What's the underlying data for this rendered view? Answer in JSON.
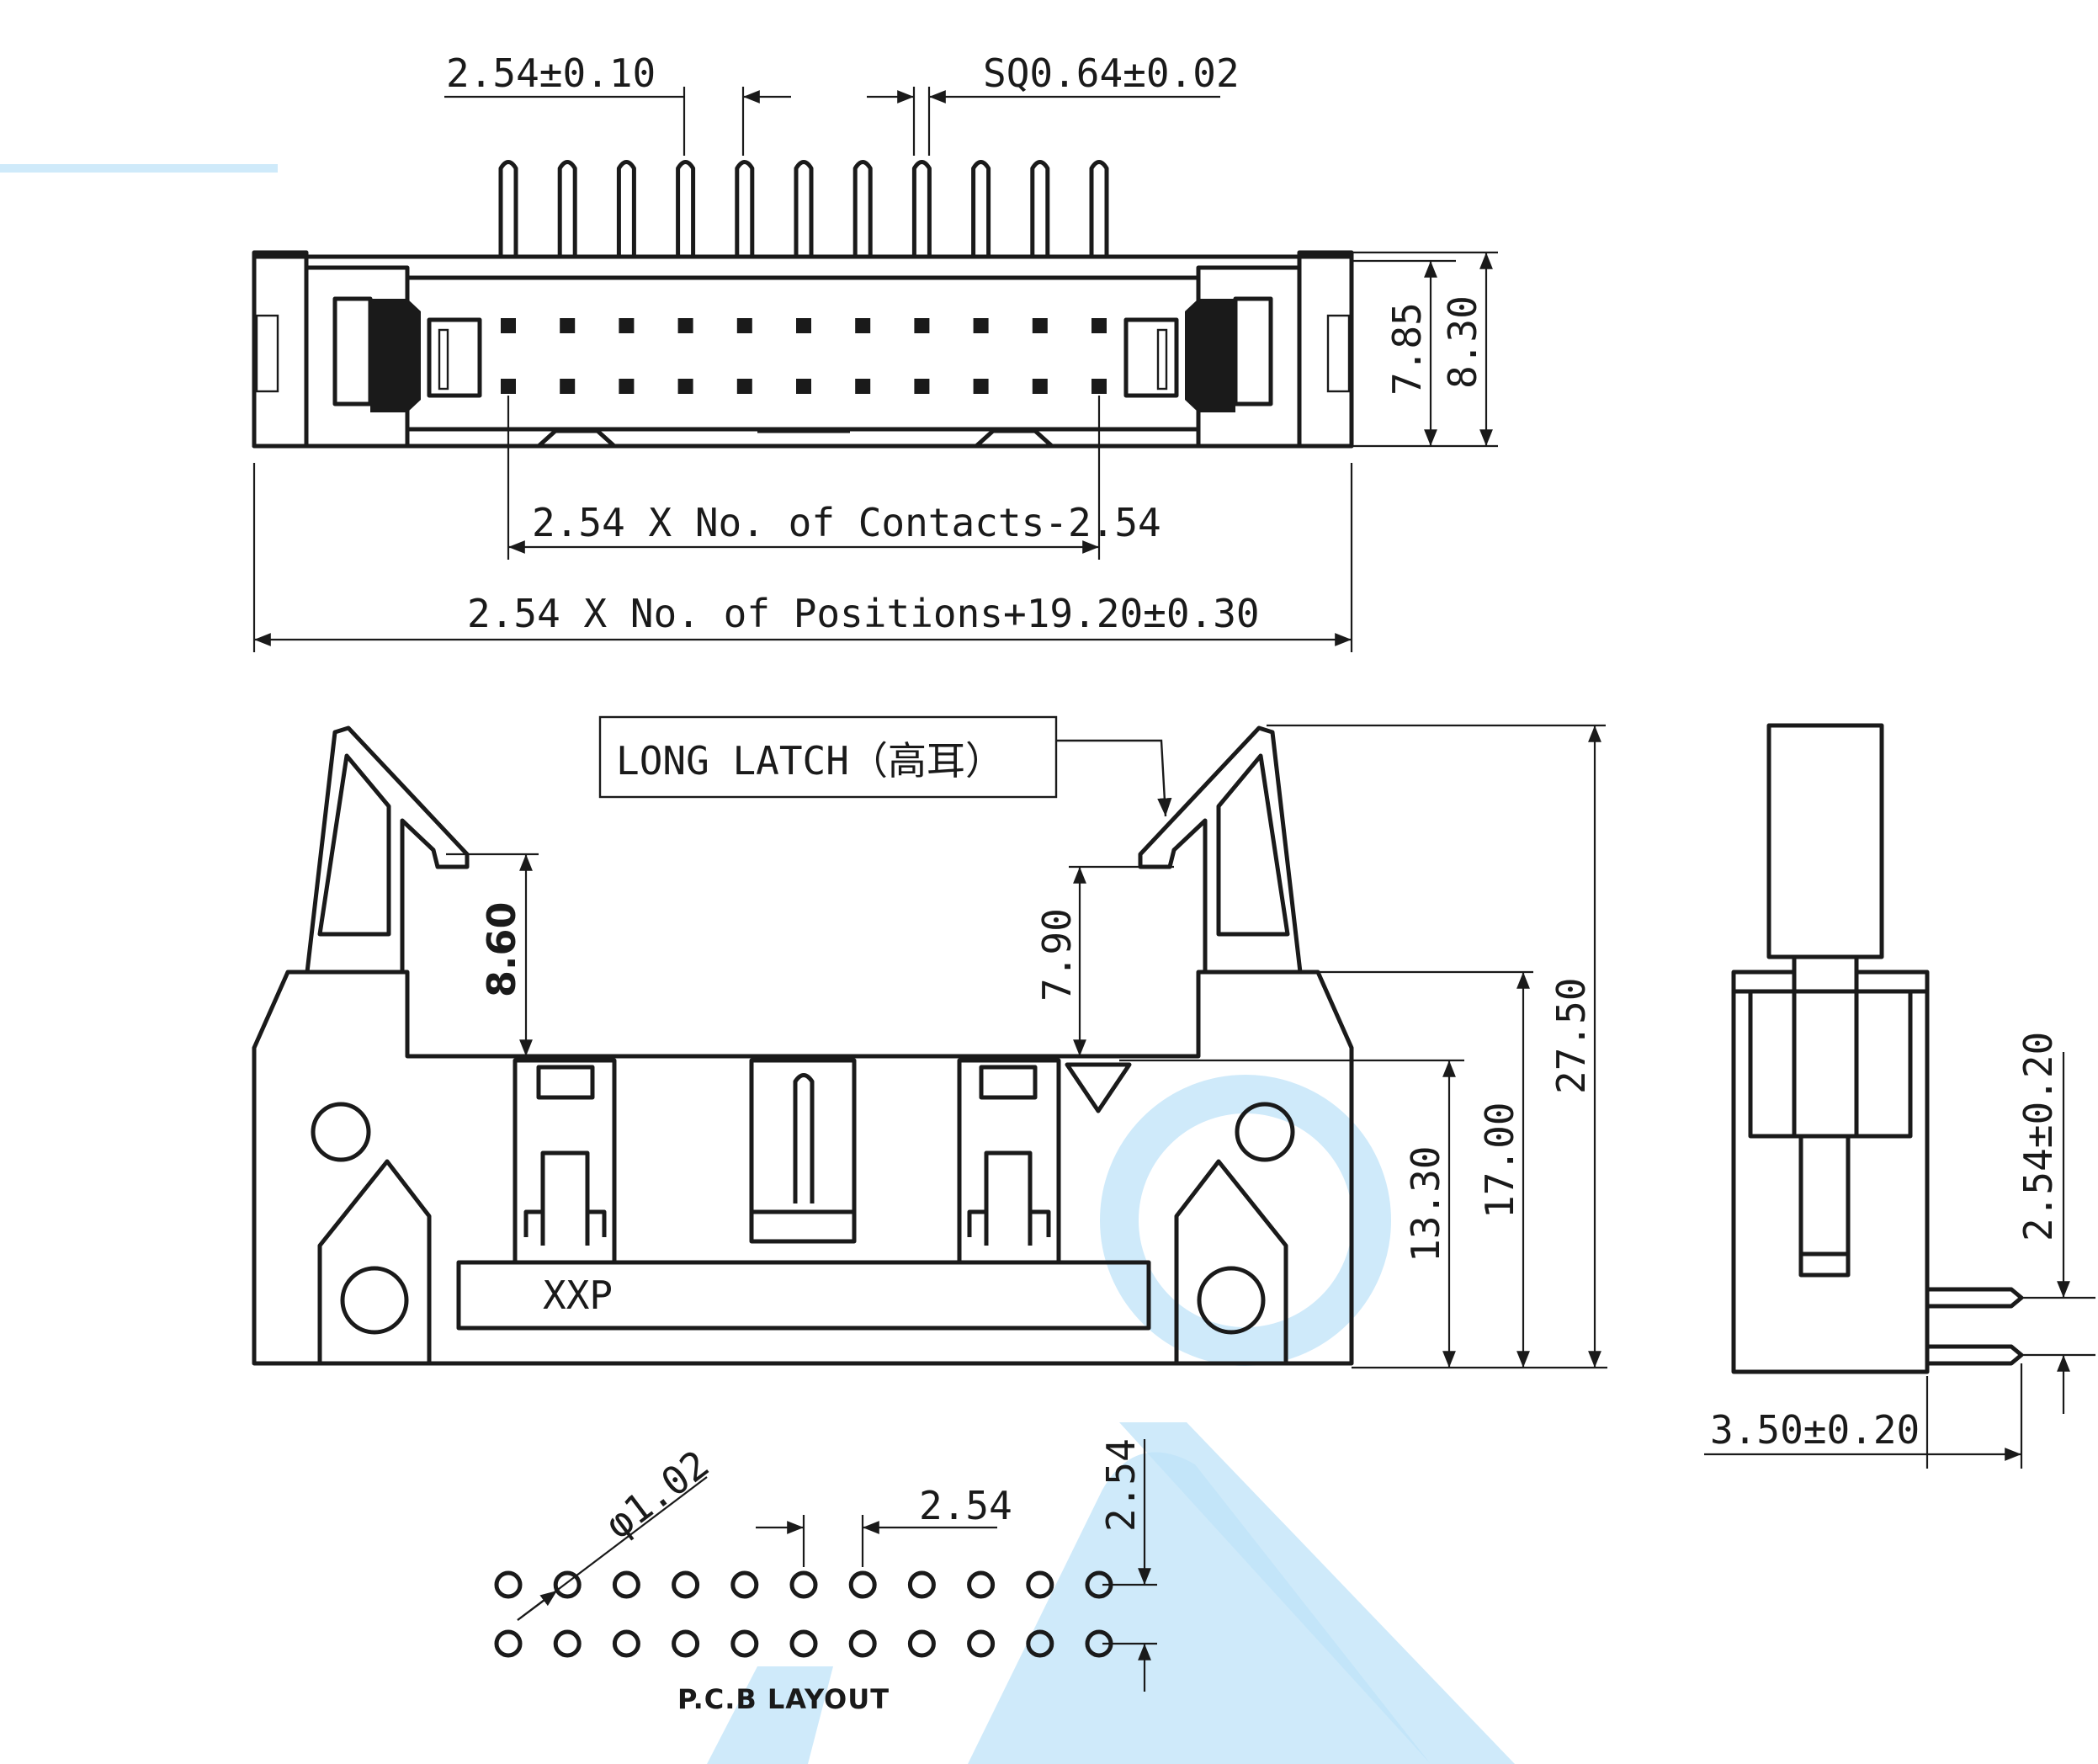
{
  "top_view": {
    "pitch_dim": "2.54±0.10",
    "pin_size_dim": "SQ0.64±0.02",
    "inner_height_dim": "7.85",
    "outer_height_dim": "8.30",
    "contacts_span_dim": "2.54 X No. of Contacts-2.54",
    "overall_length_dim": "2.54 X No. of Positions+19.20±0.30",
    "pin_columns": 11,
    "pin_rows": 2
  },
  "front_view": {
    "latch_callout": "LONG LATCH（高耳）",
    "latch_depth_dim": "8.60",
    "inner_depth_dim": "7.90",
    "body_height_dim": "13.30",
    "shoulder_height_dim": "17.00",
    "overall_height_dim": "27.50",
    "marking": "XXP"
  },
  "side_view": {
    "row_pitch_dim": "2.54±0.20",
    "tail_offset_dim": "3.50±0.20"
  },
  "pcb_layout": {
    "hole_dia_dim": "φ1.02",
    "col_pitch_dim": "2.54",
    "row_pitch_dim": "2.54",
    "caption": "P.C.B LAYOUT",
    "hole_columns": 11,
    "hole_rows": 2
  },
  "colors": {
    "line": "#1a1a1a",
    "watermark": "#bfe3f8",
    "background": "#ffffff"
  }
}
